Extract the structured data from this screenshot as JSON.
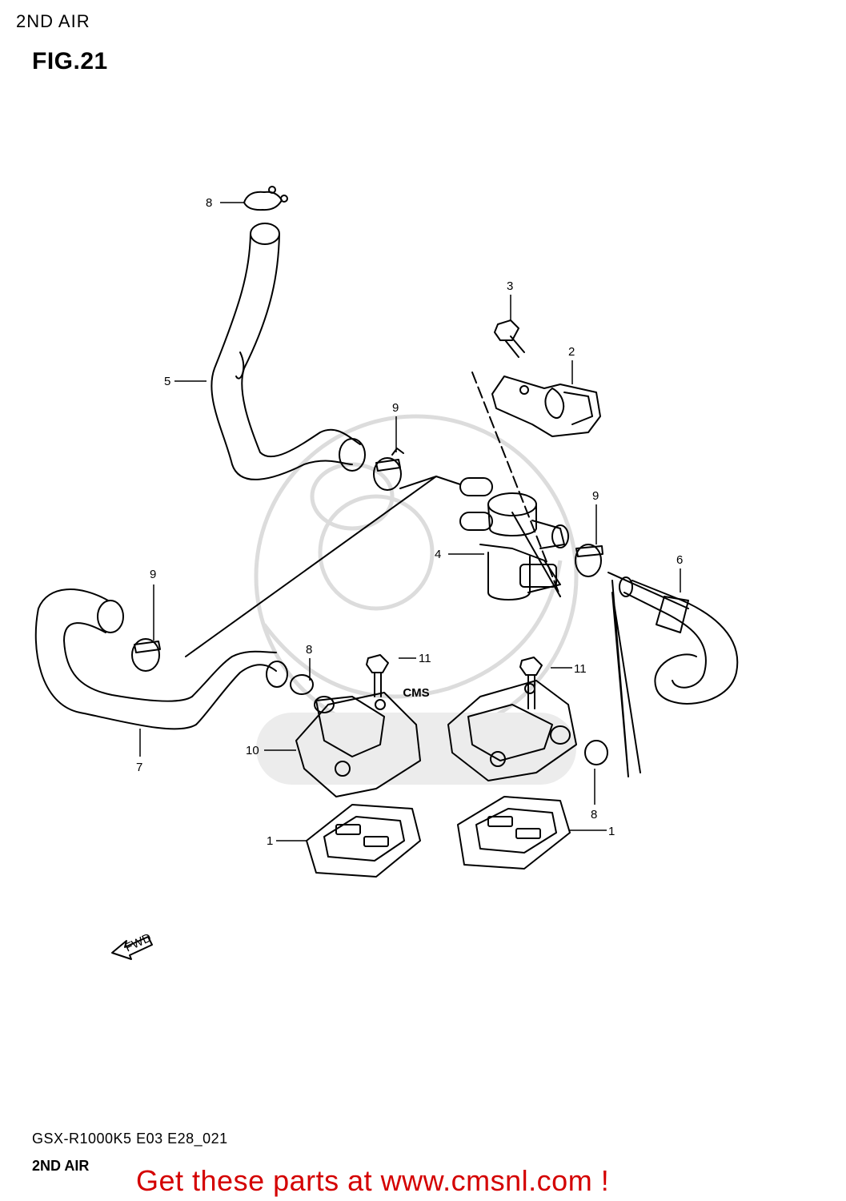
{
  "header": {
    "section_title": "2ND AIR"
  },
  "figure": {
    "label": "FIG.21"
  },
  "callouts": {
    "c1a": "1",
    "c1b": "1",
    "c2": "2",
    "c3": "3",
    "c4": "4",
    "c5": "5",
    "c6": "6",
    "c7": "7",
    "c8a": "8",
    "c8b": "8",
    "c8c": "8",
    "c9a": "9",
    "c9b": "9",
    "c9c": "9",
    "c10": "10",
    "c11a": "11",
    "c11b": "11"
  },
  "watermark": {
    "text": "CMS"
  },
  "fwd_arrow": {
    "label": "FWD"
  },
  "footer": {
    "model_code": "GSX-R1000K5 E03 E28_021",
    "section_name": "2ND AIR",
    "promo_text": "Get these parts at www.cmsnl.com !"
  },
  "colors": {
    "line": "#000000",
    "watermark": "#d9d9d9",
    "promo": "#d40000"
  }
}
